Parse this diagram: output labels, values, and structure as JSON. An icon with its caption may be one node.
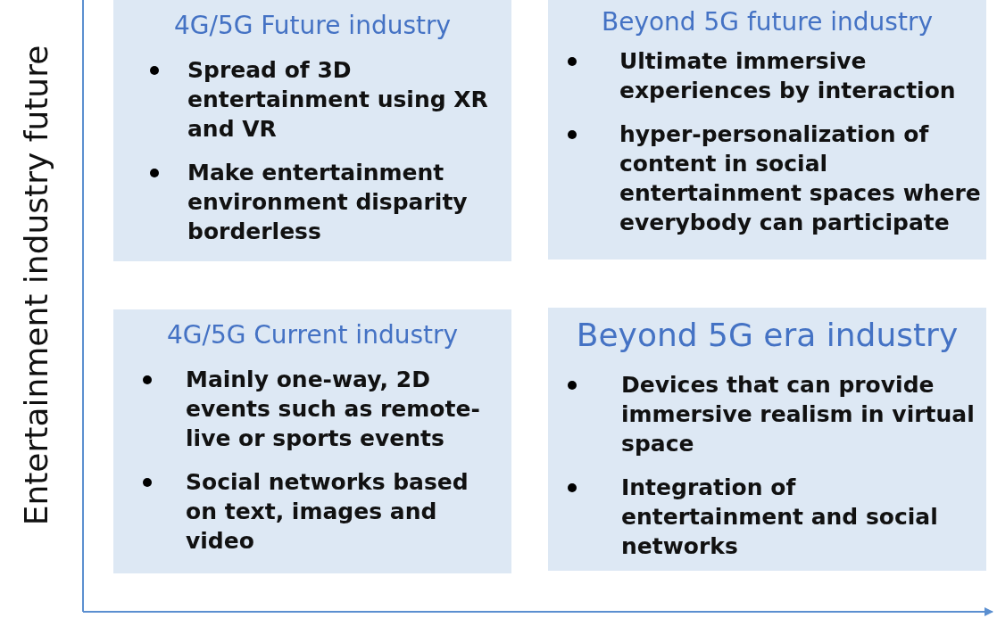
{
  "diagram": {
    "nodes": [
      {
        "text": [
          "4G/5G Future industry",
          "Spread of 3D entertainment using XR and VR",
          "Make entertainment environment disparity borderless"
        ]
      },
      {
        "text": [
          "Beyond 5G future industry",
          "Ultimate immersive experiences by interaction",
          "hyper-personalization of content in social entertainment spaces where everybody can participate"
        ]
      },
      {
        "text": [
          "4G/5G Current industry",
          "Mainly one-way, 2D events such as remote-live or sports events",
          "Social networks based on text, images and video"
        ]
      },
      {
        "text": [
          "Beyond 5G era industry",
          "Devices that can provide immersive realism in virtual space",
          "Integration of entertainment and social networks"
        ]
      }
    ],
    "labels": [
      "Entertainment industry future"
    ]
  }
}
